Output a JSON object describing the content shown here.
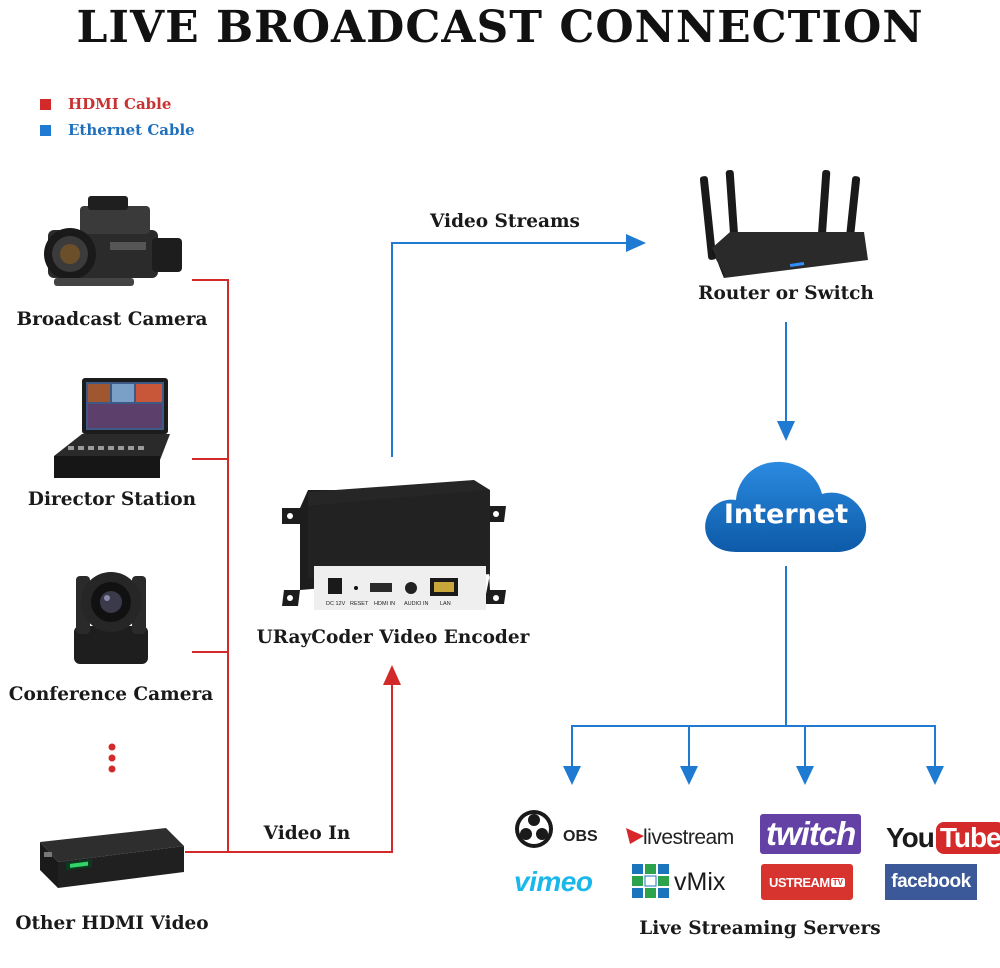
{
  "title": "LIVE BROADCAST CONNECTION",
  "legend": [
    {
      "label": "HDMI Cable",
      "color": "#d22a2a"
    },
    {
      "label": "Ethernet Cable",
      "color": "#1f7bd1"
    }
  ],
  "sources": {
    "broadcast_camera": "Broadcast Camera",
    "director_station": "Director Station",
    "conference_camera": "Conference Camera",
    "other_hdmi_video": "Other HDMI Video"
  },
  "encoder": {
    "label": "URayCoder Video Encoder",
    "ports": [
      "DC 12V",
      "RESET",
      "HDMI IN",
      "AUDIO IN",
      "LAN"
    ]
  },
  "router_label": "Router or Switch",
  "internet_label": "Internet",
  "flows": {
    "video_streams": "Video Streams",
    "video_in": "Video In"
  },
  "servers": {
    "label": "Live Streaming Servers",
    "logos": [
      "OBS",
      "livestream",
      "twitch",
      "You",
      "Tube",
      "vimeo",
      "vMix",
      "USTREAM",
      "TV",
      "facebook"
    ]
  },
  "colors": {
    "hdmi": "#d22a2a",
    "ethernet": "#1f7bd1",
    "internet_cloud": "#1570c4"
  },
  "icons": [
    "camcorder-icon",
    "switcher-icon",
    "ptz-camera-icon",
    "more-dots-icon",
    "settop-box-icon",
    "encoder-device-icon",
    "router-icon",
    "cloud-icon"
  ]
}
